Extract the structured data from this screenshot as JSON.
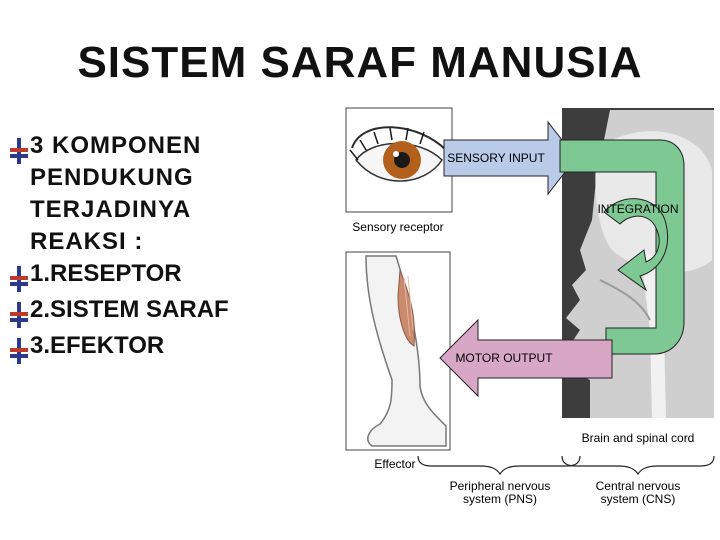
{
  "title": "SISTEM SARAF MANUSIA",
  "bullets": [
    {
      "text": "3 KOMPONEN\nPENDUKUNG\nTERJADINYA\nREAKSI :"
    },
    {
      "text": "1.RESEPTOR"
    },
    {
      "text": "2.SISTEM SARAF"
    },
    {
      "text": "3.EFEKTOR"
    }
  ],
  "diagram": {
    "sensory_input": "SENSORY INPUT",
    "integration": "INTEGRATION",
    "motor_output": "MOTOR OUTPUT",
    "sensory_receptor": "Sensory receptor",
    "effector": "Effector",
    "brain_spinal": "Brain and spinal cord",
    "pns_line1": "Peripheral nervous",
    "pns_line2": "system (PNS)",
    "cns_line1": "Central nervous",
    "cns_line2": "system (CNS)"
  },
  "colors": {
    "sensory_arrow": "#b9cbe9",
    "motor_arrow": "#d9a7c6",
    "integration_loop": "#7ec893",
    "bullet_accent": "#2b3a8f",
    "bullet_red": "#c0392b"
  }
}
